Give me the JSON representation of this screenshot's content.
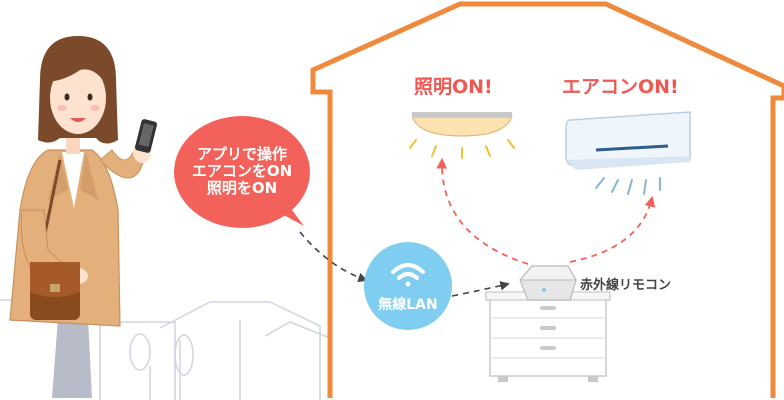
{
  "labels": {
    "light_on": "照明ON!",
    "aircon_on": "エアコンON!",
    "bubble_lines": [
      "アプリで操作",
      "エアコンをON",
      "照明をON"
    ],
    "wifi": "無線LAN",
    "remote": "赤外線リモコン"
  },
  "colors": {
    "house_outline": "#ef8a3c",
    "title_text": "#ee5a53",
    "speech_bubble": "#f2625a",
    "wifi_circle": "#7fcdf0",
    "arrow_black": "#444444",
    "arrow_red": "#f2625a",
    "background_houses": "#cfd4de"
  },
  "icons": [
    "wifi-icon",
    "ceiling-light-icon",
    "air-conditioner-icon",
    "smart-remote-icon"
  ]
}
